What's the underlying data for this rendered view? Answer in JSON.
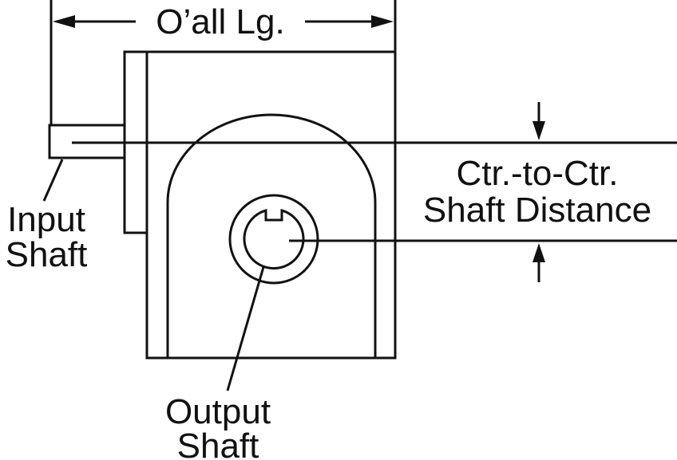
{
  "labels": {
    "overall_length": "O’all Lg.",
    "ctr_line1": "Ctr.-to-Ctr.",
    "ctr_line2": "Shaft Distance",
    "input_line1": "Input",
    "input_line2": "Shaft",
    "output_line1": "Output",
    "output_line2": "Shaft"
  },
  "colors": {
    "stroke": "#111111",
    "background": "#ffffff"
  }
}
